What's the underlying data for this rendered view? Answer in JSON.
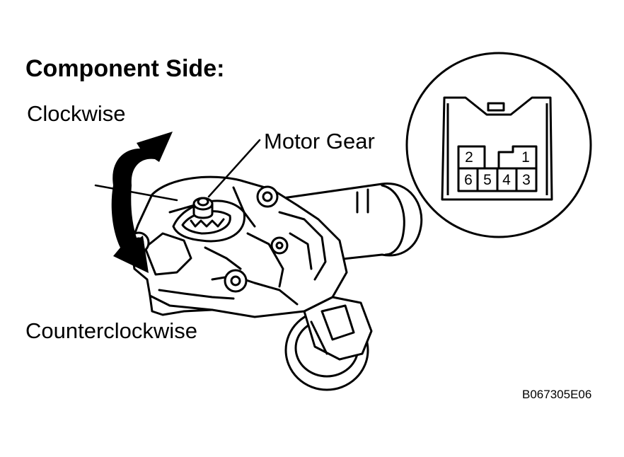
{
  "title": "Component Side:",
  "labels": {
    "clockwise": "Clockwise",
    "counterclockwise": "Counterclockwise",
    "motor_gear": "Motor Gear"
  },
  "figure_code": "B067305E06",
  "connector": {
    "top_row": [
      "2",
      "1"
    ],
    "bottom_row": [
      "6",
      "5",
      "4",
      "3"
    ]
  }
}
